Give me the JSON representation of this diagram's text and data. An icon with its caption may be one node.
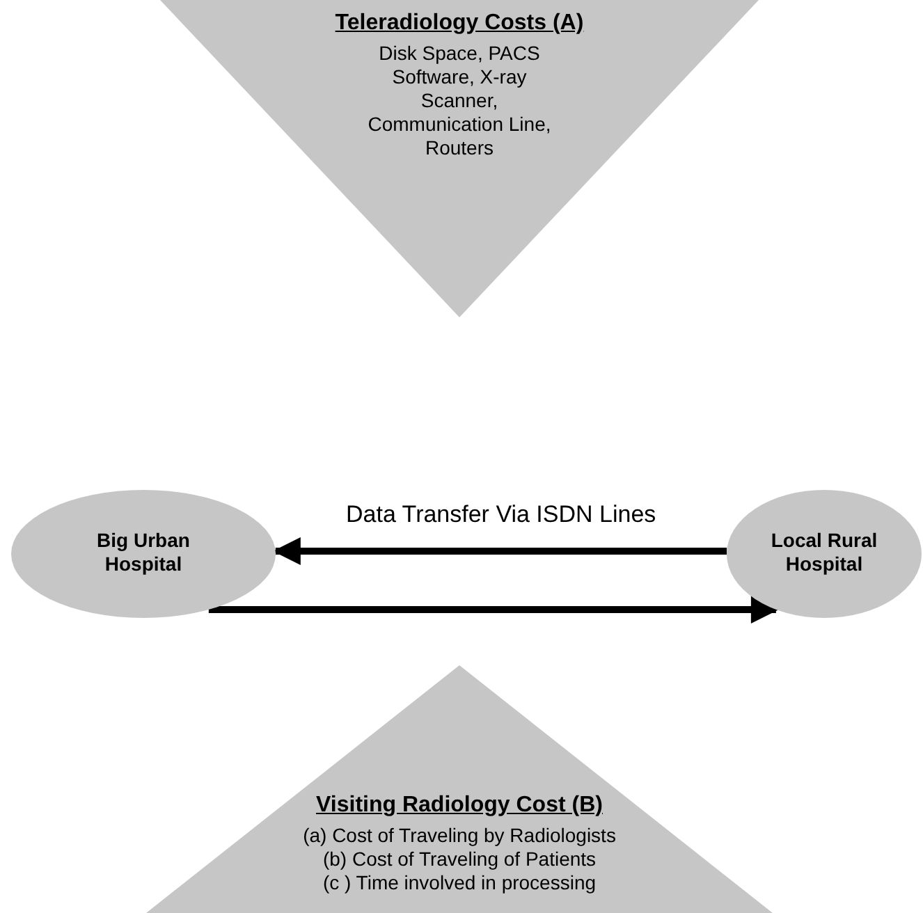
{
  "diagram": {
    "nodes": [
      {
        "text": [
          "Teleradiology Costs (A)",
          "Disk Space, PACS Software, X-ray Scanner, Communication Line, Routers"
        ]
      },
      {
        "text": [
          "Big Urban Hospital"
        ]
      },
      {
        "text": [
          "Local Rural Hospital"
        ]
      },
      {
        "text": [
          "Visiting Radiology Cost (B)",
          "(a) Cost of Traveling by Radiologists",
          "(b) Cost of Traveling of Patients",
          "(c ) Time involved in processing"
        ]
      }
    ],
    "edges": [
      {
        "from": 2,
        "to": 1,
        "arrow": "to",
        "label": "Data Transfer Via ISDN Lines"
      },
      {
        "from": 1,
        "to": 2,
        "arrow": "to"
      }
    ]
  }
}
